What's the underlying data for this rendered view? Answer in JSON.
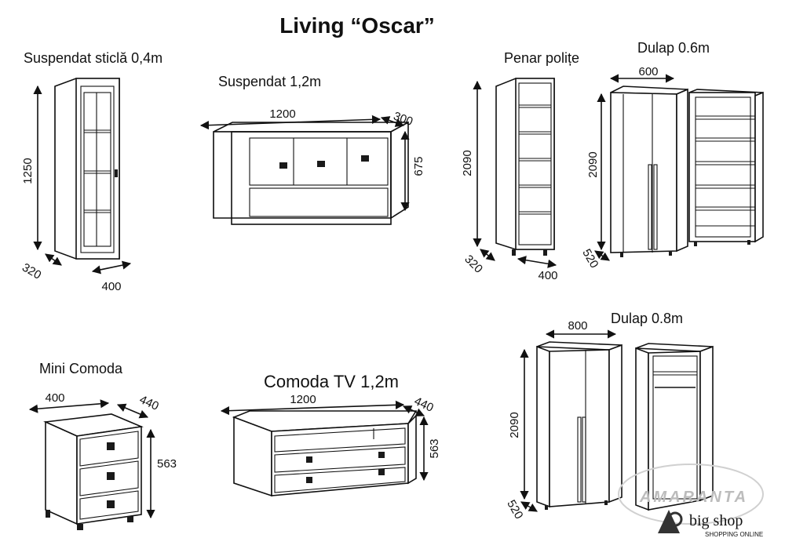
{
  "title": "Living “Oscar”",
  "items": {
    "suspendat_sticla": {
      "name": "Suspendat sticlă 0,4m",
      "height": "1250",
      "depth": "320",
      "width": "400"
    },
    "suspendat_12": {
      "name": "Suspendat 1,2m",
      "width": "1200",
      "depth": "300",
      "height": "675"
    },
    "penar": {
      "name": "Penar polițe",
      "height": "2090",
      "depth": "320",
      "width": "400"
    },
    "dulap_06": {
      "name": "Dulap 0.6m",
      "width": "600",
      "height": "2090",
      "depth": "520"
    },
    "mini_comoda": {
      "name": "Mini Comoda",
      "width": "400",
      "depth": "440",
      "height": "563"
    },
    "comoda_tv": {
      "name": "Comoda TV 1,2m",
      "width": "1200",
      "depth": "440",
      "height": "563"
    },
    "dulap_08": {
      "name": "Dulap 0.8m",
      "width": "800",
      "height": "2090",
      "depth": "520"
    }
  },
  "watermark": {
    "brand": "big shop",
    "tagline": "SHOPPING ONLINE",
    "mark": "AMARANTA"
  }
}
